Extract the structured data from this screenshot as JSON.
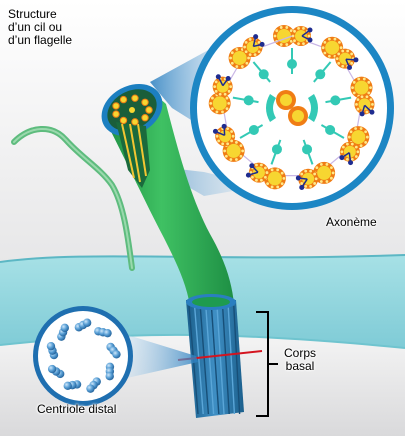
{
  "title": {
    "line1": "Structure",
    "line2": "d’un cil ou",
    "line3": "d’un flagelle"
  },
  "labels": {
    "axoneme": "Axonème",
    "basal_body_line1": "Corps",
    "basal_body_line2": "basal",
    "distal_centriole": "Centriole distal"
  },
  "colors": {
    "background_top": "#e8e8e8",
    "cytoplasm": "#8ad4dc",
    "cilium_green": "#2fae54",
    "sheath_blue": "#1e86c4",
    "doublet_orange": "#f07d14",
    "doublet_yellow": "#f7d631",
    "spoke_teal": "#33c9b5",
    "dynein_navy": "#1f2c8f",
    "centriole_blue": "#3d88c8",
    "cut_line_red": "#d4141f"
  }
}
